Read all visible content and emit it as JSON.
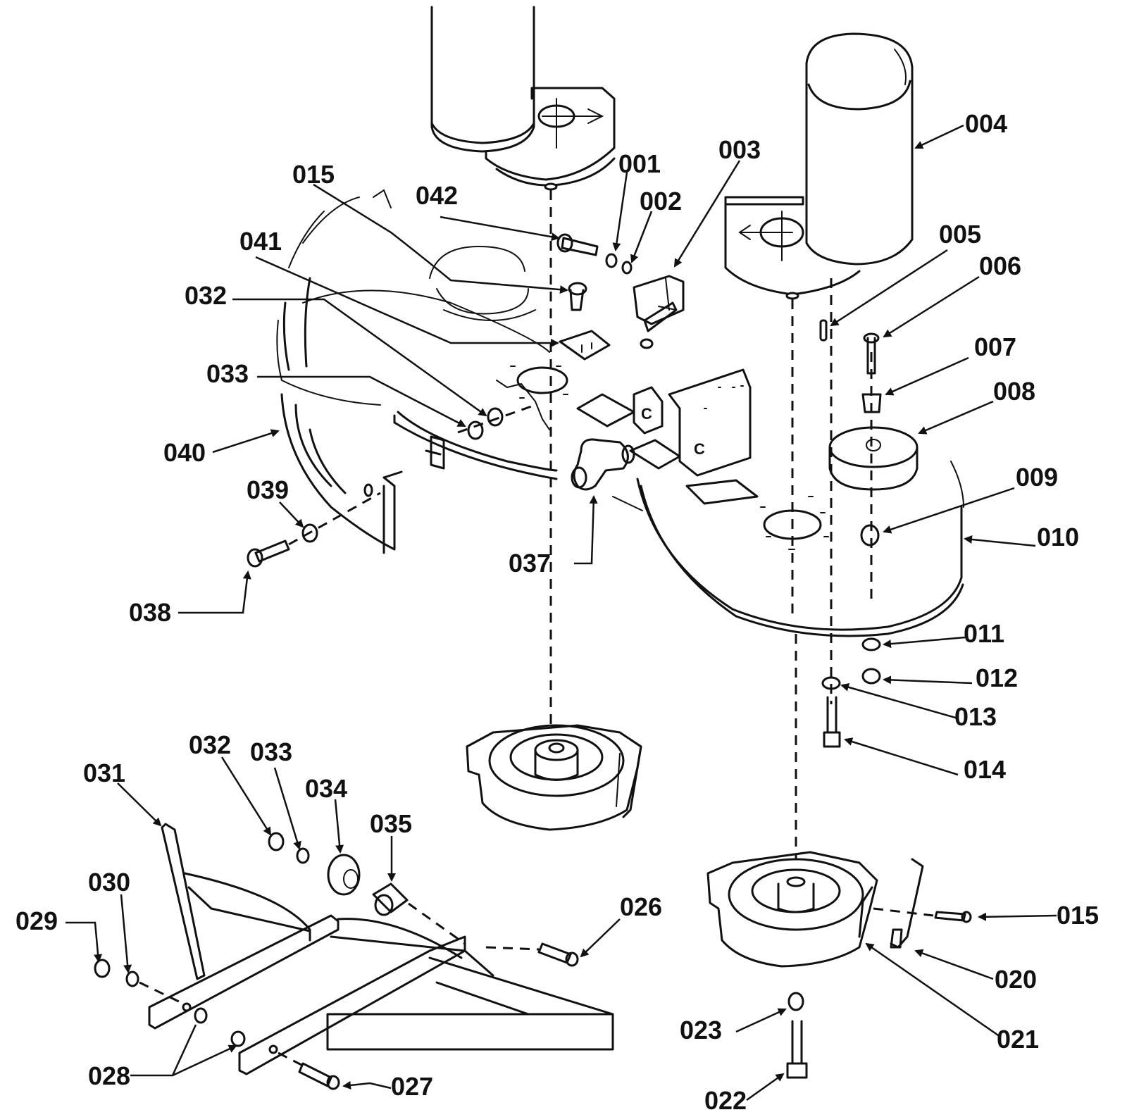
{
  "labels": {
    "p001": "001",
    "p002": "002",
    "p003": "003",
    "p004": "004",
    "p005": "005",
    "p006": "006",
    "p007": "007",
    "p008": "008",
    "p009": "009",
    "p010": "010",
    "p011": "011",
    "p012": "012",
    "p013": "013",
    "p014": "014",
    "p015a": "015",
    "p015b": "015",
    "p020": "020",
    "p021": "021",
    "p022": "022",
    "p023": "023",
    "p026": "026",
    "p027": "027",
    "p028": "028",
    "p029": "029",
    "p030": "030",
    "p031": "031",
    "p032a": "032",
    "p032b": "032",
    "p033a": "033",
    "p033b": "033",
    "p034": "034",
    "p035": "035",
    "p037": "037",
    "p038": "038",
    "p039": "039",
    "p040": "040",
    "p041": "041",
    "p042": "042"
  }
}
